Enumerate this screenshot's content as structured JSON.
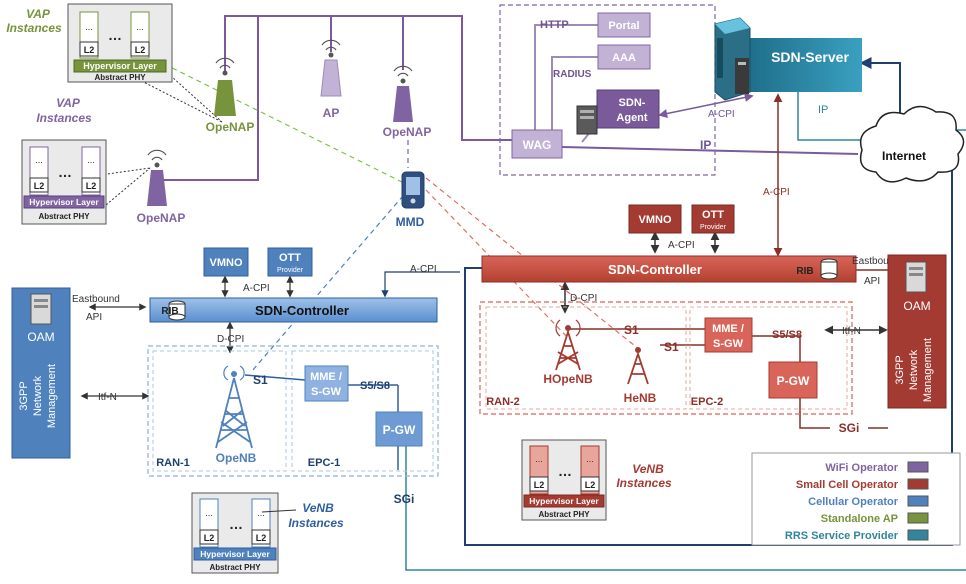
{
  "colors": {
    "wifi": "#8064a2",
    "small_cell": "#a43b32",
    "cellular": "#4f81bd",
    "standalone": "#77933c",
    "rrs": "#31859c"
  },
  "vap_top": {
    "title": "VAP",
    "title2": "Instances",
    "l2": "L2",
    "dots": "...",
    "ell": "…",
    "hypervisor": "Hypervisor Layer",
    "phy": "Abstract PHY"
  },
  "vap_left": {
    "title": "VAP",
    "title2": "Instances",
    "l2": "L2",
    "dots": "...",
    "ell": "…",
    "hypervisor": "Hypervisor Layer",
    "phy": "Abstract PHY"
  },
  "venb_ran2": {
    "title": "VeNB",
    "title2": "Instances",
    "l2": "L2",
    "dots": "...",
    "ell": "…",
    "hypervisor": "Hypervisor Layer",
    "phy": "Abstract PHY"
  },
  "venb_ran1": {
    "title": "VeNB",
    "title2": "Instances",
    "l2": "L2",
    "dots": "...",
    "ell": "…",
    "hypervisor": "Hypervisor Layer",
    "phy": "Abstract PHY"
  },
  "wifi": {
    "http": "HTTP",
    "portal": "Portal",
    "aaa": "AAA",
    "radius": "RADIUS",
    "sdn_agent": "SDN-",
    "sdn_agent2": "Agent",
    "wag": "WAG",
    "a_cpi": "A-CPI",
    "ip": "IP",
    "openap_top": "OpeNAP",
    "ap": "AP",
    "openap_mid": "OpeNAP",
    "openap_left": "OpeNAP"
  },
  "sdn_server": "SDN-Server",
  "internet": "Internet",
  "server_ip": "IP",
  "mmd": "MMD",
  "small_cell": {
    "vmno": "VMNO",
    "ott": "OTT",
    "ott_sub": "Provider",
    "a_cpi": "A-CPI",
    "server_a_cpi": "A-CPI",
    "controller": "SDN-Controller",
    "rib": "RIB",
    "eastbound": "Eastbound",
    "eastbound2": "API",
    "oam": "OAM",
    "mgmt1": "3GPP",
    "mgmt2": "Network",
    "mgmt3": "Management",
    "itf_n": "Itf-N",
    "d_cpi": "D-CPI",
    "s1_a": "S1",
    "s1_b": "S1",
    "mme": "MME /",
    "mme2": "S-GW",
    "s5s8": "S5/S8",
    "pgw": "P-GW",
    "sgi": "SGi",
    "hopenb": "HOpeNB",
    "henb": "HeNB",
    "ran": "RAN-2",
    "epc": "EPC-2"
  },
  "cellular": {
    "vmno": "VMNO",
    "ott": "OTT",
    "ott_sub": "Provider",
    "a_cpi": "A-CPI",
    "ctrl_a_cpi": "A-CPI",
    "controller": "SDN-Controller",
    "rib": "RIB",
    "eastbound": "Eastbound",
    "eastbound2": "API",
    "oam": "OAM",
    "mgmt1": "3GPP",
    "mgmt2": "Network",
    "mgmt3": "Management",
    "itf_n": "Itf-N",
    "d_cpi": "D-CPI",
    "s1": "S1",
    "mme": "MME /",
    "mme2": "S-GW",
    "s5s8": "S5/S8",
    "pgw": "P-GW",
    "sgi": "SGi",
    "openb": "OpeNB",
    "ran": "RAN-1",
    "epc": "EPC-1"
  },
  "legend": [
    {
      "label": "WiFi Operator",
      "color": "#8064a2"
    },
    {
      "label": "Small Cell Operator",
      "color": "#a43b32"
    },
    {
      "label": "Cellular Operator",
      "color": "#4f81bd"
    },
    {
      "label": "Standalone AP",
      "color": "#77933c"
    },
    {
      "label": "RRS Service Provider",
      "color": "#31859c"
    }
  ]
}
